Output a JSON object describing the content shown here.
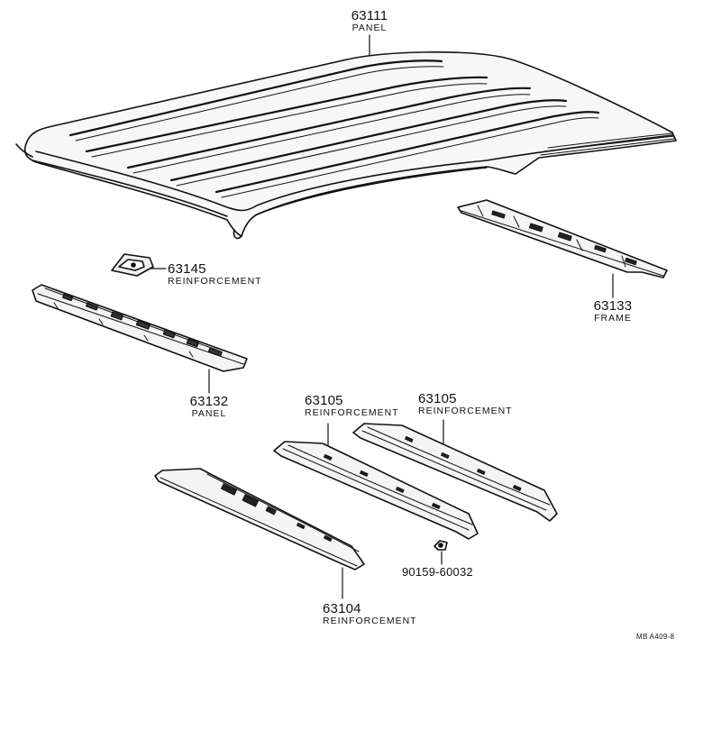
{
  "parts": {
    "roof_panel": {
      "number": "63111",
      "name": "PANEL"
    },
    "front_reinf_small": {
      "number": "63145",
      "name": "REINFORCEMENT"
    },
    "front_header": {
      "number": "63132",
      "name": "PANEL"
    },
    "rear_frame": {
      "number": "63133",
      "name": "FRAME"
    },
    "bow_middle": {
      "number": "63105",
      "name": "REINFORCEMENT"
    },
    "bow_rear": {
      "number": "63105",
      "name": "REINFORCEMENT"
    },
    "bow_front": {
      "number": "63104",
      "name": "REINFORCEMENT"
    },
    "clip": {
      "number": "90159-60032"
    }
  },
  "diagram_code": "MB A409-8"
}
